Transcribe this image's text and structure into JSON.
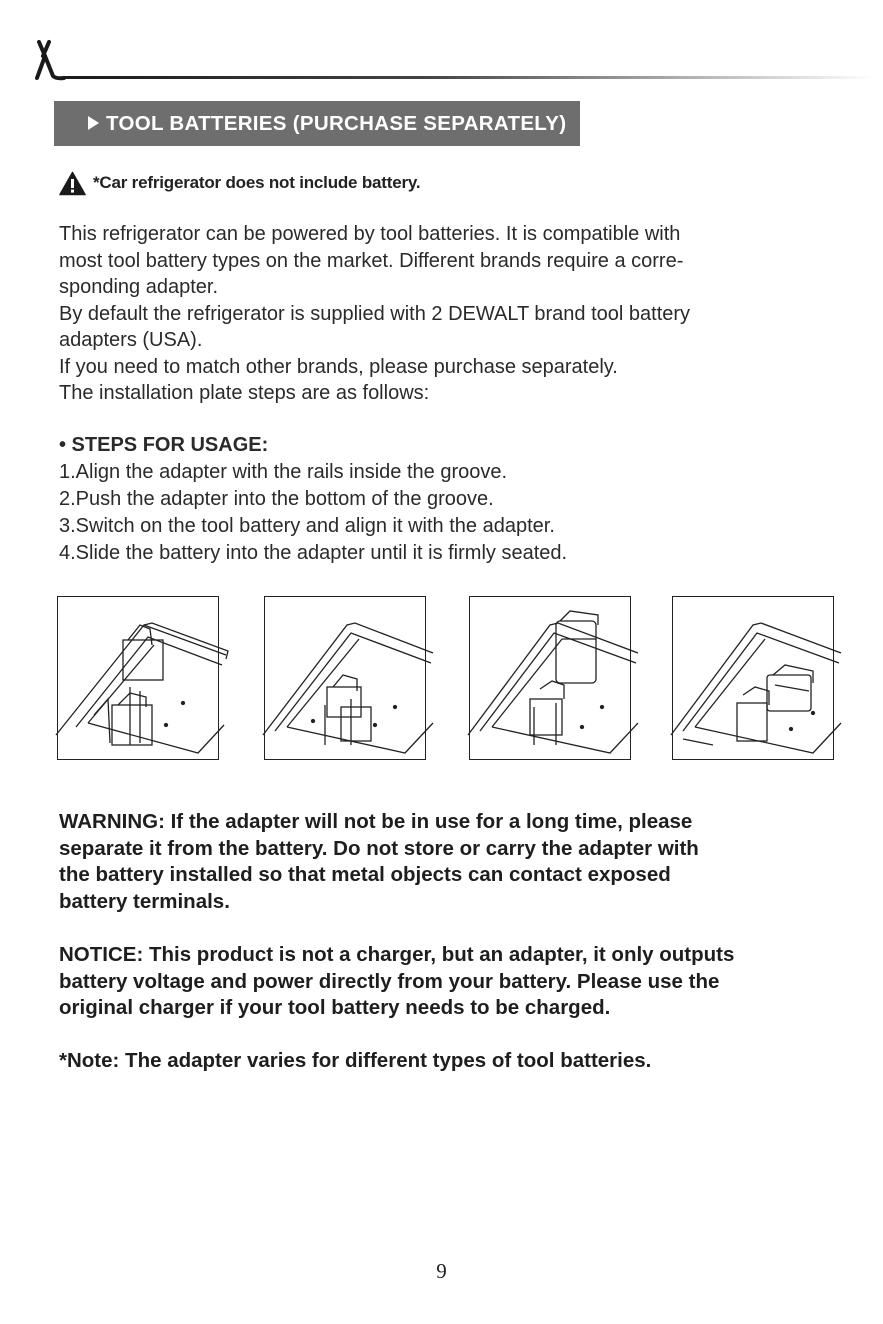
{
  "section": {
    "title": "TOOL BATTERIES (PURCHASE SEPARATELY)"
  },
  "caution": {
    "icon": "warning-triangle-icon",
    "text": "*Car refrigerator does not include battery."
  },
  "intro": {
    "lines": [
      "This refrigerator can be powered by tool batteries. It is compatible with",
      "most tool battery types on the market. Different brands require a corre-",
      "sponding adapter.",
      "By default the refrigerator is supplied with 2 DEWALT brand tool battery",
      "adapters (USA).",
      "If you need to match other brands, please purchase separately.",
      "The installation plate steps are as follows:"
    ]
  },
  "steps": {
    "title": "• STEPS FOR USAGE:",
    "items": [
      "1.Align the adapter with the rails inside the groove.",
      "2.Push the adapter into the bottom of the groove.",
      "3.Switch on the tool battery and align it with the adapter.",
      "4.Slide the battery into the adapter until it is firmly seated."
    ]
  },
  "warning": {
    "lines": [
      "WARNING: If the adapter will not be in use for a long time, please",
      "separate it from the battery. Do not store or carry the adapter with",
      "the battery installed  so that metal objects can contact exposed",
      "battery terminals."
    ]
  },
  "notice": {
    "lines": [
      "NOTICE: This product is not a charger, but an adapter, it only outputs",
      "battery voltage and power directly from your battery. Please use the",
      "original charger if your tool battery needs to be charged."
    ]
  },
  "note": {
    "text": "*Note: The adapter varies for different types of tool batteries."
  },
  "page_number": "9",
  "colors": {
    "section_bar": "#6e6e6e",
    "text": "#222222"
  }
}
